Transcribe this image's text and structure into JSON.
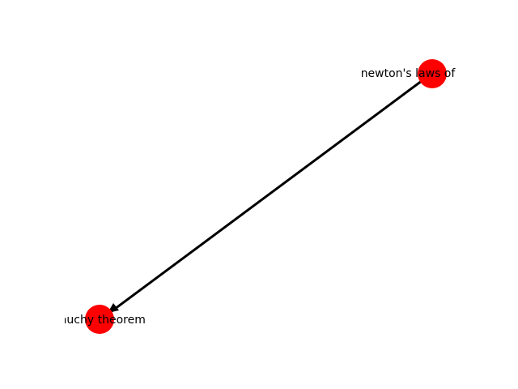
{
  "graph": {
    "nodes": [
      {
        "id": "source",
        "label": "newton's laws of"
      },
      {
        "id": "target",
        "label": "cauchy theorem"
      }
    ],
    "edges": [
      {
        "from": "source",
        "to": "target",
        "directed": true
      }
    ],
    "node_color": "#ff0000",
    "edge_color": "#000000",
    "label_color": "#000000",
    "background": "#ffffff"
  }
}
